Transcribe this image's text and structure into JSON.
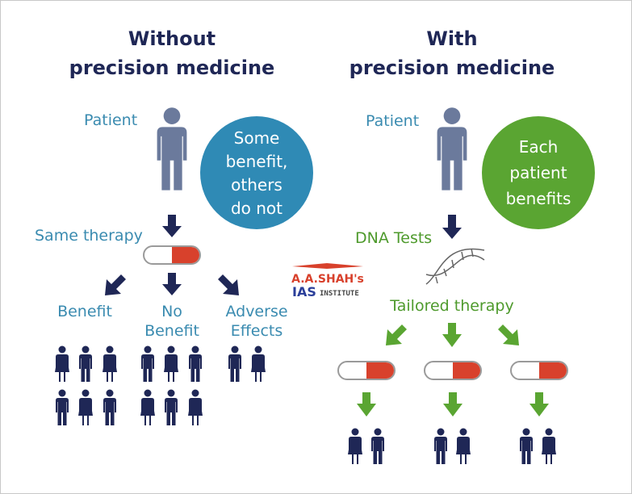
{
  "left": {
    "title_line1": "Without",
    "title_line2": "precision medicine",
    "patient_label": "Patient",
    "circle_lines": [
      "Some",
      "benefit,",
      "others",
      "do not"
    ],
    "therapy_label": "Same therapy",
    "outcomes": {
      "benefit": "Benefit",
      "no_benefit_1": "No",
      "no_benefit_2": "Benefit",
      "adverse_1": "Adverse",
      "adverse_2": "Effects"
    }
  },
  "right": {
    "title_line1": "With",
    "title_line2": "precision medicine",
    "patient_label": "Patient",
    "circle_lines": [
      "Each",
      "patient",
      "benefits"
    ],
    "dna_label": "DNA Tests",
    "therapy_label": "Tailored therapy"
  },
  "logo": {
    "line1": "A.A.SHAH's",
    "line2a": "IAS",
    "line2b": "INSTITUTE"
  },
  "colors": {
    "navy": "#1f2756",
    "teal": "#3a8bb0",
    "blue_circle": "#2f8ab5",
    "green": "#5aa532",
    "pill_red": "#d8412c"
  }
}
